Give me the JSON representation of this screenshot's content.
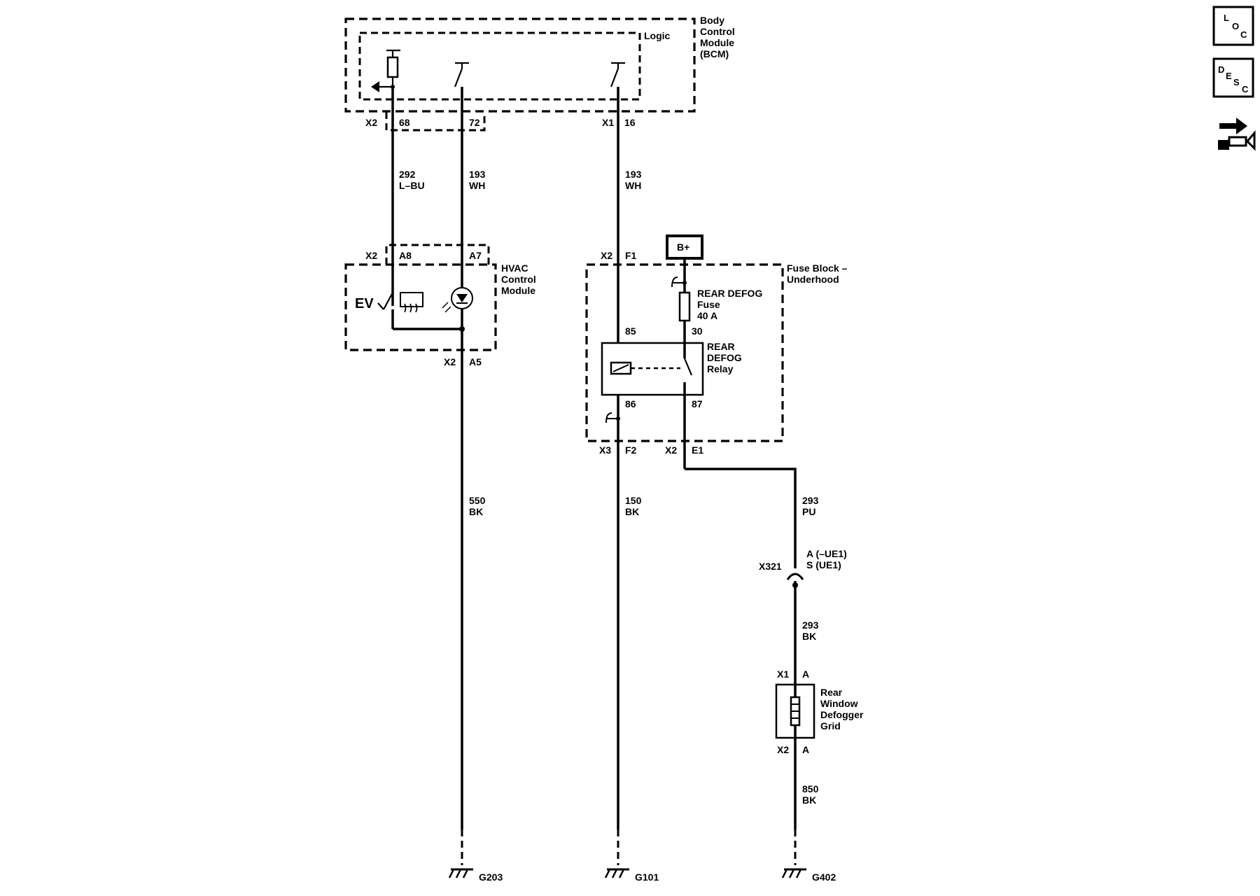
{
  "bcm": {
    "name": "Body\nControl\nModule\n(BCM)",
    "logic_label": "Logic",
    "connector_x2": "X2",
    "pin_68": "68",
    "pin_72": "72",
    "connector_x1": "X1",
    "pin_16": "16"
  },
  "wires": {
    "w292": {
      "circuit": "292",
      "color": "L–BU"
    },
    "w193a": {
      "circuit": "193",
      "color": "WH"
    },
    "w193b": {
      "circuit": "193",
      "color": "WH"
    },
    "w550": {
      "circuit": "550",
      "color": "BK"
    },
    "w150": {
      "circuit": "150",
      "color": "BK"
    },
    "w293pu": {
      "circuit": "293",
      "color": "PU"
    },
    "w293bk": {
      "circuit": "293",
      "color": "BK"
    },
    "w850": {
      "circuit": "850",
      "color": "BK"
    }
  },
  "hvac": {
    "name": "HVAC\nControl\nModule",
    "connector_x2_top": "X2",
    "pin_a8": "A8",
    "pin_a7": "A7",
    "connector_x2_bottom": "X2",
    "pin_a5": "A5",
    "ev_label": "EV"
  },
  "fuse_block": {
    "name": "Fuse Block –\nUnderhood",
    "power_label": "B+",
    "connector_x2_top": "X2",
    "pin_f1": "F1",
    "fuse_name": "REAR DEFOG\nFuse\n40 A",
    "relay_name": "REAR\nDEFOG\nRelay",
    "pin_85": "85",
    "pin_30": "30",
    "pin_86": "86",
    "pin_87": "87",
    "connector_x3": "X3",
    "pin_f2": "F2",
    "connector_x2_bottom": "X2",
    "pin_e1": "E1"
  },
  "inline_connector": {
    "name": "X321",
    "pins": "A (–UE1)\nS (UE1)"
  },
  "defogger": {
    "name": "Rear\nWindow\nDefogger\nGrid",
    "connector_x1": "X1",
    "pin_a_top": "A",
    "connector_x2": "X2",
    "pin_a_bottom": "A"
  },
  "grounds": {
    "g203": "G203",
    "g101": "G101",
    "g402": "G402"
  },
  "nav_icons": {
    "loc": {
      "letters": [
        "L",
        "O",
        "C"
      ],
      "icon": "location-icon"
    },
    "desc": {
      "letters": [
        "D",
        "E",
        "S",
        "C"
      ],
      "icon": "description-icon"
    },
    "connector": {
      "icon": "connector-end-view-icon"
    }
  }
}
